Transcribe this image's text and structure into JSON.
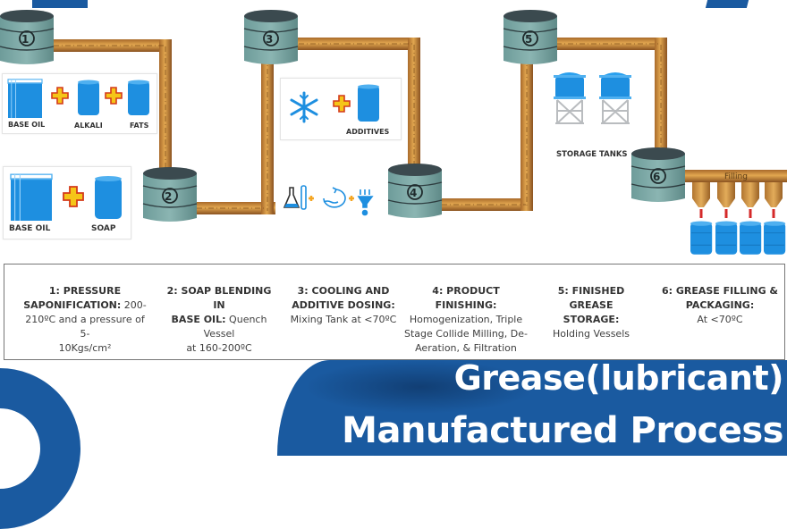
{
  "title": {
    "line1": "Grease(lubricant)",
    "line2": "Manufactured Process"
  },
  "colors": {
    "brand_blue": "#1a5aa0",
    "pipe": "#c98b3a",
    "vessel": "#7aa8a6",
    "barrel_blue": "#1e8fe0",
    "plus_fill": "#f5c518",
    "plus_outline": "#d43a1a"
  },
  "diagram": {
    "vessels": [
      {
        "id": "vessel-1",
        "number": "1"
      },
      {
        "id": "vessel-2",
        "number": "2"
      },
      {
        "id": "vessel-3",
        "number": "3"
      },
      {
        "id": "vessel-4",
        "number": "4"
      },
      {
        "id": "vessel-5",
        "number": "5"
      },
      {
        "id": "vessel-6",
        "number": "6"
      }
    ],
    "panel_saponification": {
      "items": [
        "BASE OIL",
        "ALKALI",
        "FATS"
      ]
    },
    "panel_blending": {
      "items": [
        "BASE OIL",
        "SOAP"
      ]
    },
    "panel_cooling": {
      "items": [
        "ADDITIVES"
      ],
      "icons": [
        "snowflake-icon",
        "barrel-icon"
      ]
    },
    "finishing_icons": [
      "flask-icon",
      "mixing-cycle-icon",
      "filter-icon"
    ],
    "storage_label": "STORAGE TANKS",
    "filling_label": "Filling",
    "filling_nozzles": 4,
    "filled_barrels": 4
  },
  "steps": [
    {
      "heading": "1: PRESSURE SAPONIFICATION:",
      "lines": [
        "1: PRESSURE",
        "SAPONIFICATION:|200-",
        "210ºC and a pressure of 5-",
        "10Kgs/cm²"
      ]
    },
    {
      "heading": "2: SOAP BLENDING IN BASE OIL:",
      "lines": [
        "2: SOAP BLENDING IN",
        "BASE OIL:|Quench",
        "Vessel",
        "at 160-200ºC"
      ]
    },
    {
      "heading": "3: COOLING AND ADDITIVE DOSING:",
      "lines": [
        "3: COOLING AND",
        "ADDITIVE DOSING:",
        "Mixing Tank at <70ºC"
      ]
    },
    {
      "heading": "4: PRODUCT FINISHING:",
      "lines": [
        "4: PRODUCT FINISHING:",
        "Homogenization, Triple",
        "Stage Collide Milling, De-",
        "Aeration, & Filtration"
      ]
    },
    {
      "heading": "5: FINISHED GREASE STORAGE:",
      "lines": [
        "5: FINISHED GREASE",
        "STORAGE:",
        "Holding Vessels"
      ]
    },
    {
      "heading": "6: GREASE FILLING & PACKAGING:",
      "lines": [
        "6: GREASE FILLING &",
        "PACKAGING:",
        "At <70ºC"
      ]
    }
  ],
  "steps_display": {
    "s1": {
      "b1": "1: PRESSURE",
      "b2": "SAPONIFICATION:",
      "t2": " 200-",
      "t3": "210ºC and a pressure of 5-",
      "t4": "10Kgs/cm²"
    },
    "s2": {
      "b1": "2: SOAP BLENDING IN",
      "b2": "BASE OIL:",
      "t2": "  Quench",
      "t3": "Vessel",
      "t4": "at 160-200ºC"
    },
    "s3": {
      "b1": "3: COOLING AND",
      "b2": "ADDITIVE DOSING:",
      "t3": "Mixing Tank at <70ºC"
    },
    "s4": {
      "b1": "4: PRODUCT FINISHING:",
      "t2": "Homogenization, Triple",
      "t3": "Stage Collide Milling, De-",
      "t4": "Aeration, & Filtration"
    },
    "s5": {
      "b1": "5: FINISHED GREASE",
      "b2": "STORAGE:",
      "t3": "Holding Vessels"
    },
    "s6": {
      "b1": "6: GREASE FILLING &",
      "b2": "PACKAGING:",
      "t3": "At <70ºC"
    }
  }
}
